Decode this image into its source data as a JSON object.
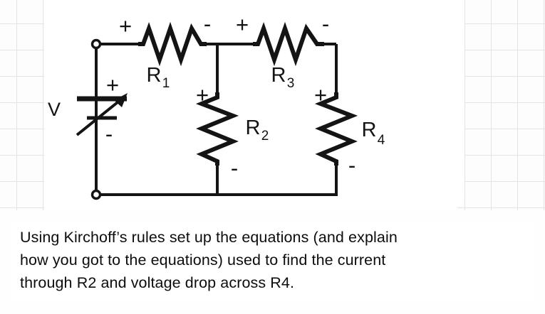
{
  "document": {
    "type": "hand-drawn-circuit-diagram-with-question",
    "background": "graph-paper",
    "ink_color": "#101010",
    "grid_color": "#e4e4e4",
    "paper_color": "#ffffff"
  },
  "circuit": {
    "title": "Two-loop resistor ladder with variable DC source",
    "source": {
      "name": "V",
      "label": "V",
      "type": "variable-dc-voltage-source",
      "plus_label": "+",
      "minus_label": "-"
    },
    "terminals": {
      "top_label": "",
      "bottom_label": ""
    },
    "components": [
      {
        "id": "R1",
        "label": "R",
        "subscript": "1",
        "orientation": "horizontal",
        "plus_label": "+",
        "minus_label": "-"
      },
      {
        "id": "R2",
        "label": "R",
        "subscript": "2",
        "orientation": "vertical",
        "plus_label": "+",
        "minus_label": "-"
      },
      {
        "id": "R3",
        "label": "R",
        "subscript": "3",
        "orientation": "horizontal",
        "plus_label": "+",
        "minus_label": "-"
      },
      {
        "id": "R4",
        "label": "R",
        "subscript": "4",
        "orientation": "vertical",
        "plus_label": "+",
        "minus_label": "-"
      }
    ]
  },
  "prompt": {
    "line1": "Using Kirchoff’s rules set up the equations (and explain",
    "line2": "how you got to the equations) used to find the current",
    "line3": "through R2 and voltage drop across R4.",
    "full_text": "Using Kirchoff’s rules set up the equations (and explain how you got to the equations) used to find the current through R2 and voltage drop across R4."
  }
}
